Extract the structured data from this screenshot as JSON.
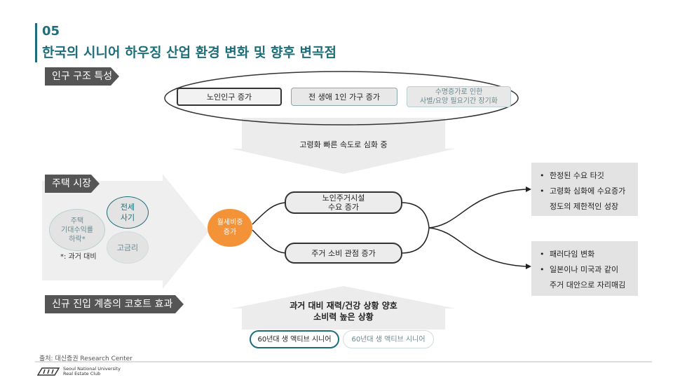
{
  "title": {
    "number": "05",
    "main": "한국의 시니어 하우징 산업 환경 변화 및 향후 변곡점"
  },
  "sections": {
    "population": "인구 구조 특성",
    "housing": "주택 시장",
    "cohort": "신규 진입 계층의 코호트 효과"
  },
  "population_items": [
    "노인인구 증가",
    "전 생애 1인 가구 증가",
    "수명증가로 인한\n사별/요양 필요기간 장기화"
  ],
  "aging_text": "고령화 빠른 속도로 심화 중",
  "housing_circles": {
    "expected_return": "주택\n기대수익률\n하락*",
    "jeonse": "전세\n사기",
    "high_rate": "고금리"
  },
  "footnote_past": "*: 과거 대비",
  "center_node": "월세비중\n증가",
  "branch_nodes": {
    "top": "노인주거시설\n수요 증가",
    "bottom": "주거 소비 관점 증가"
  },
  "outcome_top": [
    "한정된 수요 타깃",
    "고령화 심화에 수요증가",
    "정도의 제한적인 성장"
  ],
  "outcome_bottom": [
    "패러다임 변화",
    "일본이나 미국과 같이",
    "주거 대안으로 자리매김"
  ],
  "cohort_text": "과거 대비 재력/건강 상황 양호\n소비력 높은 상황",
  "cohort_pills": [
    "60년대 생 액티브 시니어",
    "60년대 생 액티브 시니어"
  ],
  "source": "출처: 대신증권 Research Center",
  "logo": {
    "line1": "Seoul National University",
    "line2": "Real Estate Club"
  },
  "bullet": "•",
  "colors": {
    "accent": "#1e6e7a",
    "orange": "#f39237",
    "label_bg": "#555555",
    "card_bg": "#e3e3e3"
  }
}
